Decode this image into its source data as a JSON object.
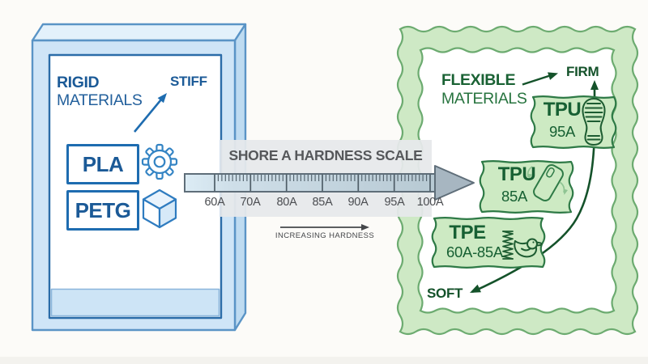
{
  "left_panel": {
    "title_line1": "RIGID",
    "title_line2": "MATERIALS",
    "direction_label": "STIFF",
    "materials": [
      {
        "label": "PLA",
        "icon": "gear-icon"
      },
      {
        "label": "PETG",
        "icon": "cube-icon"
      }
    ]
  },
  "scale": {
    "title": "SHORE A HARDNESS SCALE",
    "tick_labels": [
      "60A",
      "70A",
      "80A",
      "85A",
      "90A",
      "95A",
      "100A"
    ],
    "caption": "INCREASING HARDNESS"
  },
  "right_panel": {
    "title_line1": "FLEXIBLE",
    "title_line2": "MATERIALS",
    "firm_label": "FIRM",
    "soft_label": "SOFT",
    "tags": [
      {
        "name": "TPU",
        "value": "95A",
        "icon": "shoe-sole-icon"
      },
      {
        "name": "TPU",
        "value": "85A",
        "icon": "phone-case-icon"
      },
      {
        "name": "TPE",
        "value": "60A-85A",
        "icon": "spring-icon duck-icon"
      }
    ]
  },
  "colors": {
    "blue_text": "#1b5a97",
    "blue_accent": "#1e6cb0",
    "frame_fill": "#cfe5f7",
    "frame_stroke": "#5a94c6",
    "green_text": "#176033",
    "green_dark": "#14522a",
    "band_fill": "#cee9c5",
    "band_stroke": "#6cab70",
    "tag_fill": "#cdeac3",
    "tag_stroke": "#2e7a46",
    "panel_gray": "#e7e9eb",
    "ruler_stroke": "#5f6e79",
    "title_gray": "#56585b"
  }
}
